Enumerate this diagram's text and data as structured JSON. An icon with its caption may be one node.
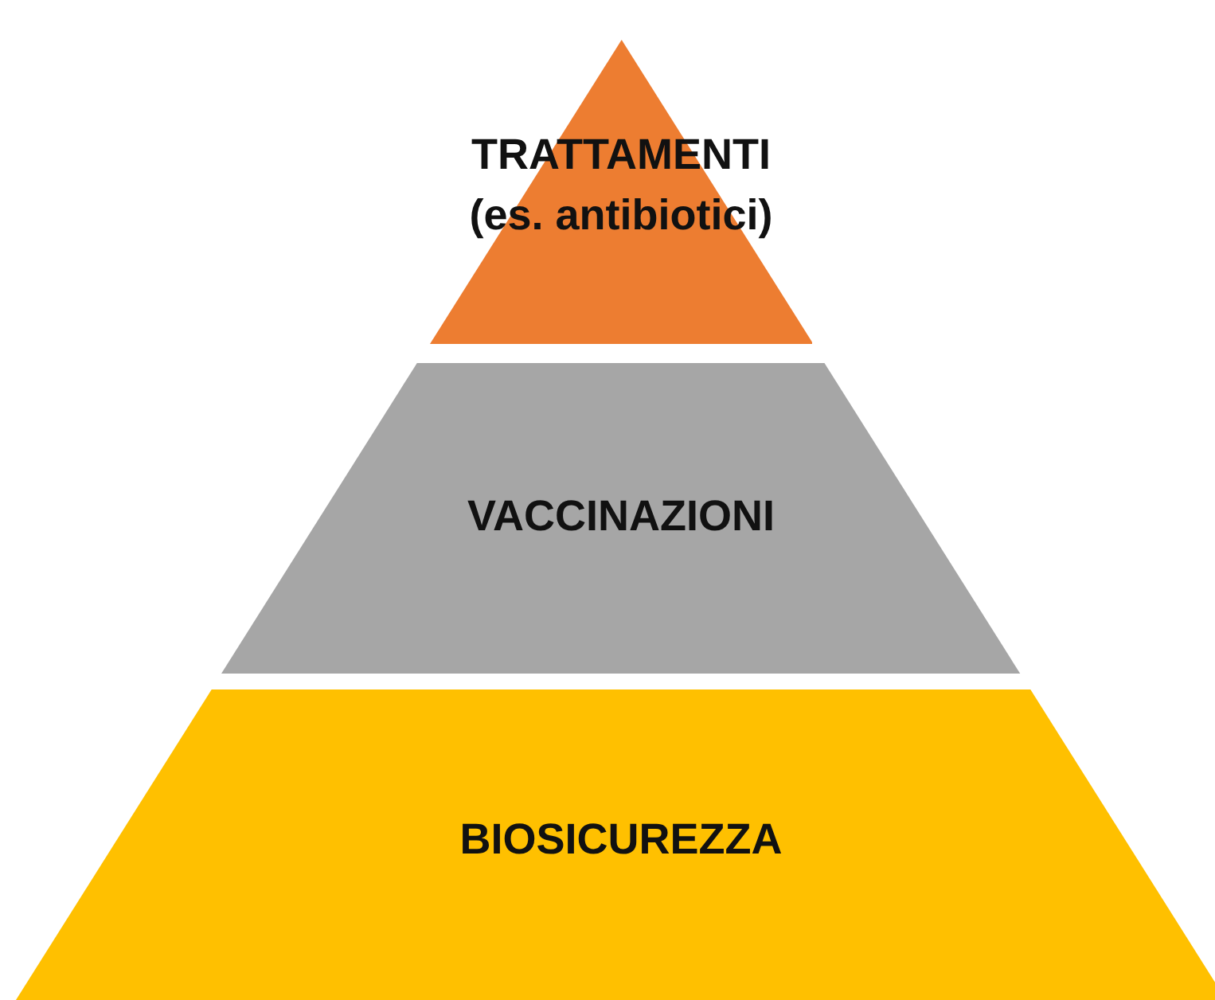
{
  "diagram": {
    "nodes": [
      {
        "text": [
          "TRATTAMENTI (es. antibiotici)"
        ]
      },
      {
        "text": [
          "VACCINAZIONI"
        ]
      },
      {
        "text": [
          "BIOSICUREZZA"
        ]
      }
    ]
  }
}
